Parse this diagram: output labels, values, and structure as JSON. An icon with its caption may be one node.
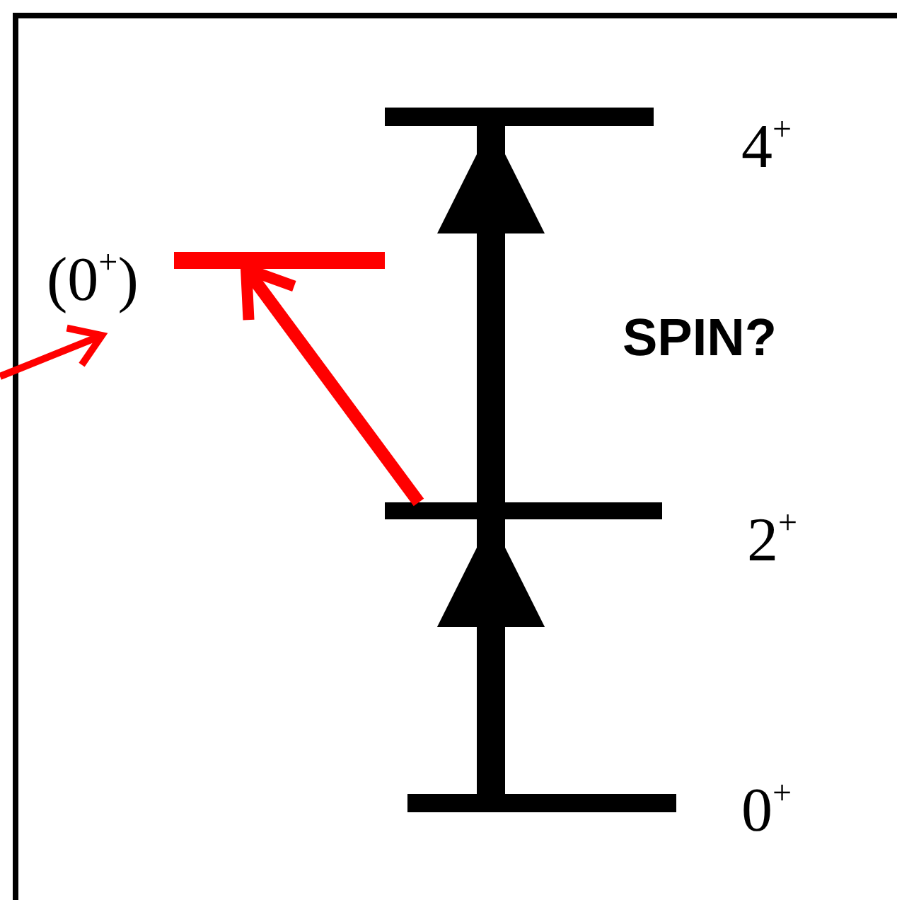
{
  "diagram": {
    "nodes": [
      {
        "text": [
          "4$^{+}$"
        ]
      },
      {
        "text": [
          "(0$^{+}$)"
        ]
      },
      {
        "text": [
          "2$^{+}$"
        ]
      },
      {
        "text": [
          "0$^{+}$"
        ]
      }
    ],
    "edges": [
      {
        "from": 3,
        "to": 2,
        "arrow": "to",
        "style": "thick"
      },
      {
        "from": 2,
        "to": 0,
        "arrow": "to",
        "style": "thick"
      },
      {
        "from": 2,
        "to": 1,
        "arrow": "to",
        "color": "#ff0000"
      },
      {
        "from": null,
        "to": 1,
        "arrow": "to",
        "color": "#ff0000"
      }
    ],
    "labels": [
      "SPIN?"
    ]
  }
}
